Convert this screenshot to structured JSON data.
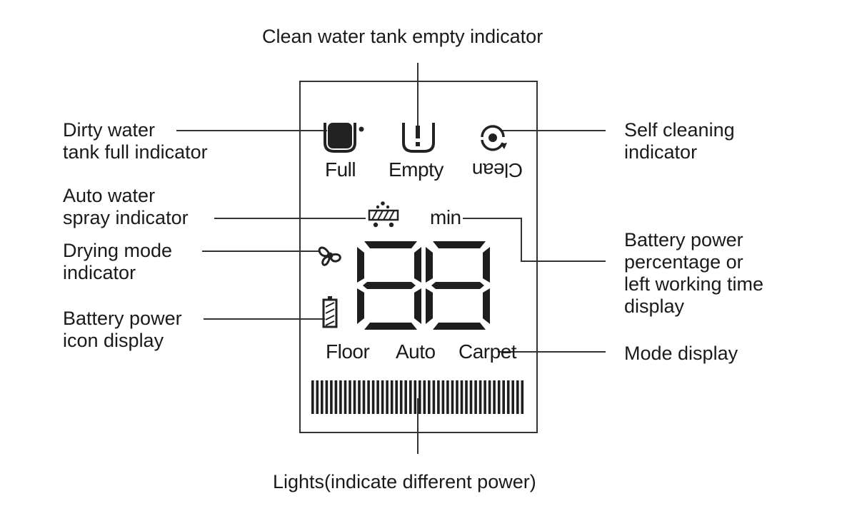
{
  "labels": {
    "clean_empty": "Clean water tank empty indicator",
    "dirty_full": [
      "Dirty water",
      "tank full indicator"
    ],
    "self_cleaning": [
      "Self cleaning",
      "indicator"
    ],
    "auto_spray": [
      "Auto water",
      "spray indicator"
    ],
    "drying": [
      "Drying mode",
      "indicator"
    ],
    "battery_icon": [
      "Battery power",
      "icon display"
    ],
    "battery_pct": [
      "Battery power",
      "percentage or",
      "left working time",
      "display"
    ],
    "mode_display": "Mode display",
    "lights": "Lights(indicate different power)"
  },
  "lcd": {
    "full": "Full",
    "empty": "Empty",
    "clean": "Clean",
    "min": "min",
    "modes": [
      "Floor",
      "Auto",
      "Carpet"
    ],
    "digits": "88"
  },
  "icons": [
    "dirty-tank-full-icon",
    "water-empty-icon",
    "self-clean-icon",
    "water-spray-icon",
    "fan-icon",
    "battery-icon"
  ]
}
